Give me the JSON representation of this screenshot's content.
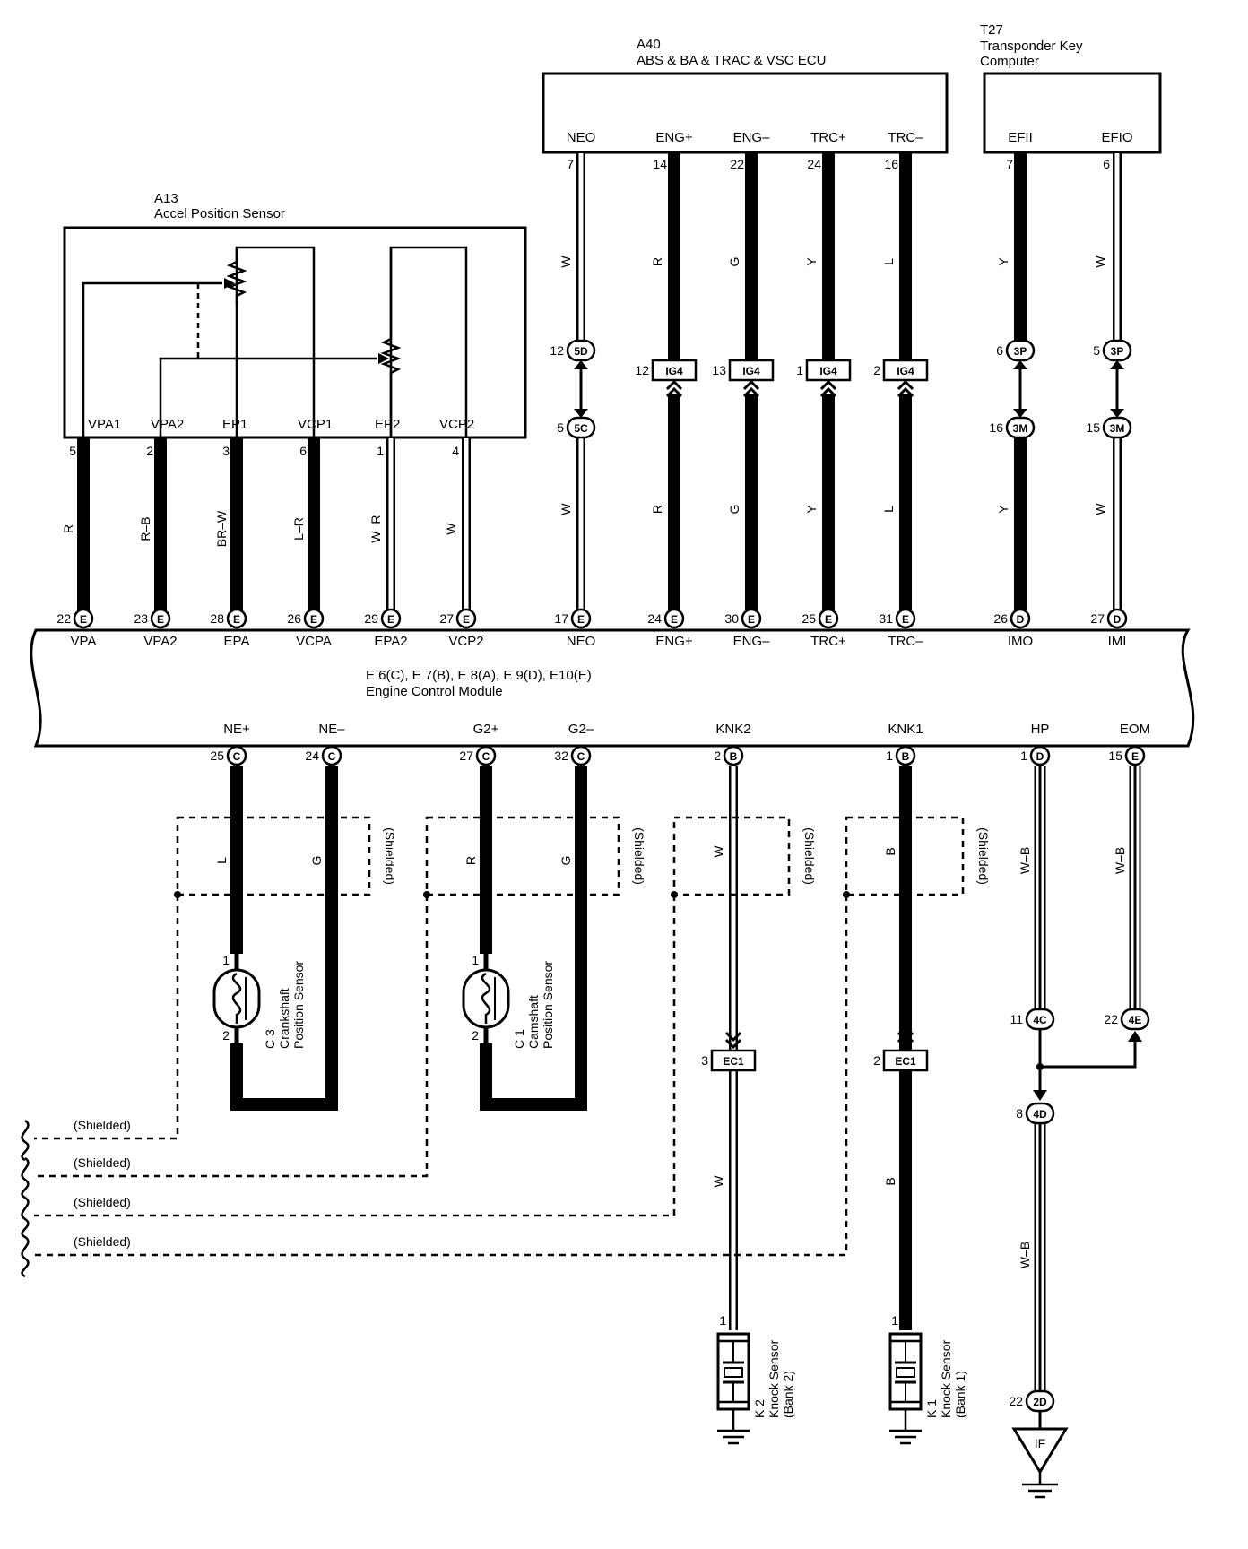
{
  "ecm": {
    "connectors": "E 6(C), E 7(B), E 8(A), E 9(D), E10(E)",
    "name": "Engine Control Module",
    "top_pins": [
      {
        "pin": "22",
        "conn": "E",
        "name": "VPA"
      },
      {
        "pin": "23",
        "conn": "E",
        "name": "VPA2"
      },
      {
        "pin": "28",
        "conn": "E",
        "name": "EPA"
      },
      {
        "pin": "26",
        "conn": "E",
        "name": "VCPA"
      },
      {
        "pin": "29",
        "conn": "E",
        "name": "EPA2"
      },
      {
        "pin": "27",
        "conn": "E",
        "name": "VCP2"
      },
      {
        "pin": "17",
        "conn": "E",
        "name": "NEO"
      },
      {
        "pin": "24",
        "conn": "E",
        "name": "ENG+"
      },
      {
        "pin": "30",
        "conn": "E",
        "name": "ENG–"
      },
      {
        "pin": "25",
        "conn": "E",
        "name": "TRC+"
      },
      {
        "pin": "31",
        "conn": "E",
        "name": "TRC–"
      },
      {
        "pin": "26",
        "conn": "D",
        "name": "IMO"
      },
      {
        "pin": "27",
        "conn": "D",
        "name": "IMI"
      }
    ],
    "bottom_pins": [
      {
        "pin": "25",
        "conn": "C",
        "name": "NE+"
      },
      {
        "pin": "24",
        "conn": "C",
        "name": "NE–"
      },
      {
        "pin": "27",
        "conn": "C",
        "name": "G2+"
      },
      {
        "pin": "32",
        "conn": "C",
        "name": "G2–"
      },
      {
        "pin": "2",
        "conn": "B",
        "name": "KNK2"
      },
      {
        "pin": "1",
        "conn": "B",
        "name": "KNK1"
      },
      {
        "pin": "1",
        "conn": "D",
        "name": "HP"
      },
      {
        "pin": "15",
        "conn": "E",
        "name": "EOM"
      }
    ]
  },
  "a13": {
    "code": "A13",
    "name": "Accel Position Sensor",
    "terminals": [
      "VPA1",
      "VPA2",
      "EP1",
      "VCP1",
      "EP2",
      "VCP2"
    ],
    "pins": [
      "5",
      "2",
      "3",
      "6",
      "1",
      "4"
    ],
    "wires": [
      "R",
      "R–B",
      "BR–W",
      "L–R",
      "W–R",
      "W"
    ]
  },
  "a40": {
    "code": "A40",
    "name": "ABS & BA & TRAC & VSC ECU",
    "terminals": [
      "NEO",
      "ENG+",
      "ENG–",
      "TRC+",
      "TRC–"
    ],
    "pins": [
      "7",
      "14",
      "22",
      "24",
      "16"
    ],
    "wires": [
      "W",
      "R",
      "G",
      "Y",
      "L"
    ],
    "neo_conn_top": {
      "pin": "12",
      "code": "5D"
    },
    "neo_conn_bottom": {
      "pin": "5",
      "code": "5C"
    },
    "ig4_pins": [
      "12",
      "13",
      "1",
      "2"
    ],
    "ig4_code": "IG4"
  },
  "t27": {
    "code": "T27",
    "name_line1": "Transponder Key",
    "name_line2": "Computer",
    "terminals": [
      "EFII",
      "EFIO"
    ],
    "pins": [
      "7",
      "6"
    ],
    "wires": [
      "Y",
      "W"
    ],
    "conn_top": [
      {
        "pin": "6",
        "code": "3P"
      },
      {
        "pin": "5",
        "code": "3P"
      }
    ],
    "conn_bottom": [
      {
        "pin": "16",
        "code": "3M"
      },
      {
        "pin": "15",
        "code": "3M"
      }
    ]
  },
  "crank": {
    "code": "C 3",
    "line1": "Crankshaft",
    "line2": "Position Sensor",
    "pin1": "1",
    "pin2": "2",
    "wires": [
      "L",
      "G"
    ]
  },
  "cam": {
    "code": "C 1",
    "line1": "Camshaft",
    "line2": "Position Sensor",
    "pin1": "1",
    "pin2": "2",
    "wires": [
      "R",
      "G"
    ]
  },
  "knock2": {
    "code": "K 2",
    "line1": "Knock Sensor",
    "line2": "(Bank 2)",
    "pin": "1",
    "wire": "W",
    "ec1_pin": "3"
  },
  "knock1": {
    "code": "K 1",
    "line1": "Knock Sensor",
    "line2": "(Bank 1)",
    "pin": "1",
    "wire": "B",
    "ec1_pin": "2"
  },
  "ec1_code": "EC1",
  "hp_eom": {
    "wire": "W–B",
    "hp_conn": {
      "pin": "11",
      "code": "4C"
    },
    "eom_conn": {
      "pin": "22",
      "code": "4E"
    },
    "join_conn": {
      "pin": "8",
      "code": "4D"
    },
    "ground_conn": {
      "pin": "22",
      "code": "2D"
    },
    "ground_label": "IF"
  },
  "shield_label": "(Shielded)",
  "shield_bus_label": "(Shielded)"
}
